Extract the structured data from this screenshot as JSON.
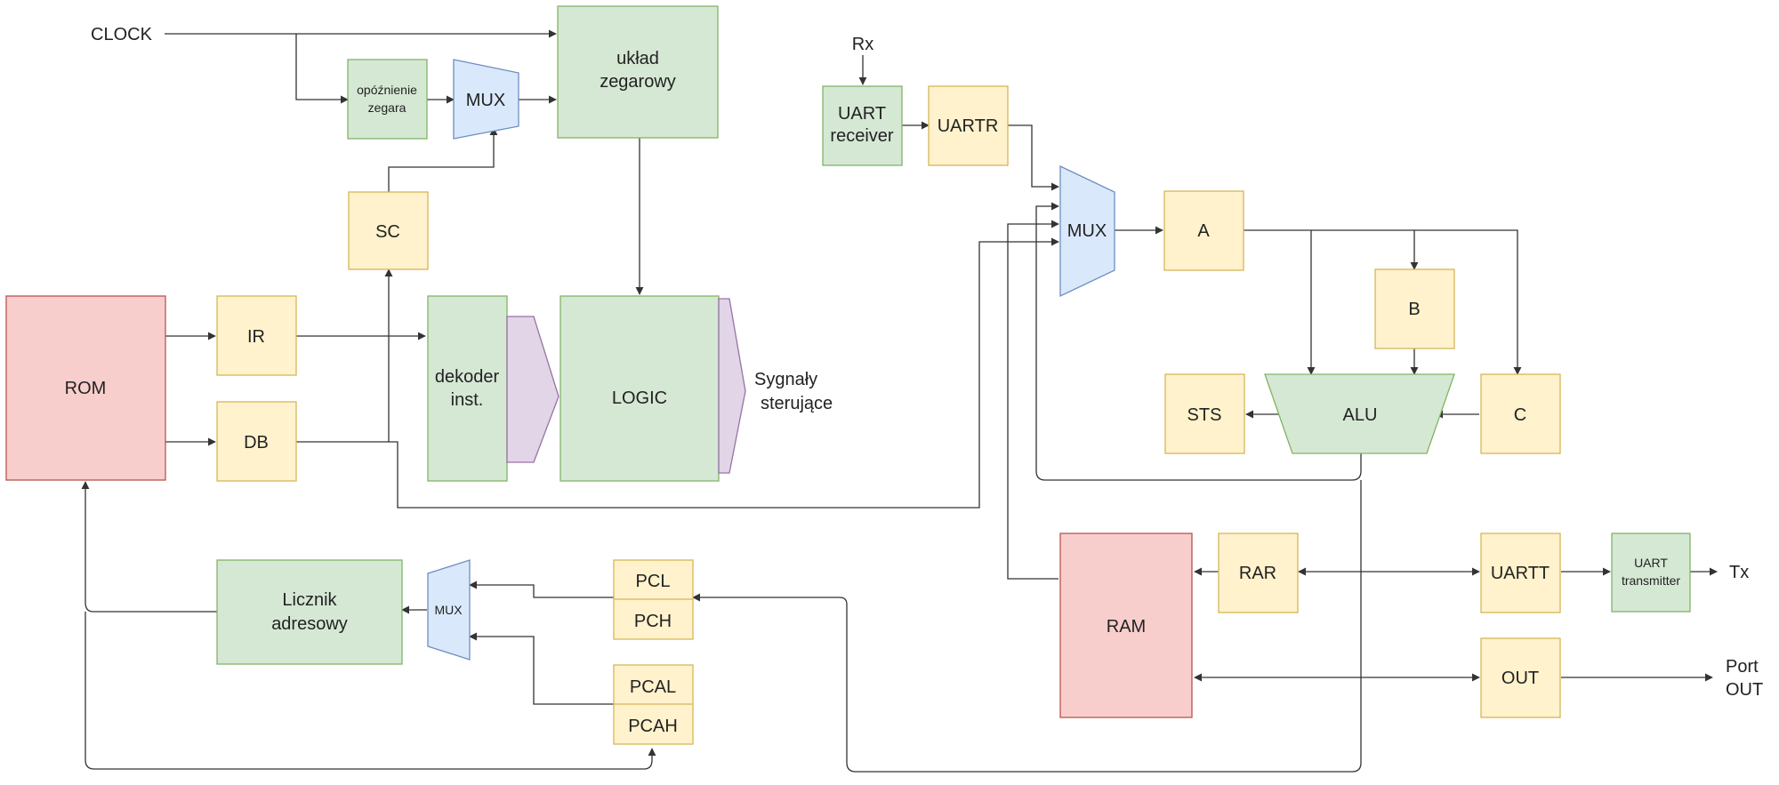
{
  "inputs": {
    "clock": "CLOCK",
    "rx": "Rx"
  },
  "outputs": {
    "tx": "Tx",
    "port_out_line1": "Port",
    "port_out_line2": "OUT",
    "control_signals_line1": "Sygnały",
    "control_signals_line2": "sterujące"
  },
  "blocks": {
    "clock_delay_line1": "opóźnienie",
    "clock_delay_line2": "zegara",
    "mux_clock": "MUX",
    "clock_unit_line1": "układ",
    "clock_unit_line2": "zegarowy",
    "sc": "SC",
    "rom": "ROM",
    "ir": "IR",
    "db": "DB",
    "decoder_line1": "dekoder",
    "decoder_line2": "inst.",
    "logic": "LOGIC",
    "address_counter_line1": "Licznik",
    "address_counter_line2": "adresowy",
    "mux_pc": "MUX",
    "pcl": "PCL",
    "pch": "PCH",
    "pcal": "PCAL",
    "pcah": "PCAH",
    "uart_receiver_line1": "UART",
    "uart_receiver_line2": "receiver",
    "uartr": "UARTR",
    "mux_data": "MUX",
    "reg_a": "A",
    "reg_b": "B",
    "reg_c": "C",
    "alu": "ALU",
    "sts": "STS",
    "ram": "RAM",
    "rar": "RAR",
    "uartt": "UARTT",
    "uart_transmitter_line1": "UART",
    "uart_transmitter_line2": "transmitter",
    "out": "OUT"
  },
  "colors": {
    "green_fill": "#d5e8d4",
    "green_stroke": "#82b366",
    "yellow_fill": "#fff2cc",
    "yellow_stroke": "#d6b656",
    "red_fill": "#f8cecc",
    "red_stroke": "#b85450",
    "blue_fill": "#dae8fc",
    "blue_stroke": "#6c8ebf",
    "purple_fill": "#e1d5e7",
    "purple_stroke": "#9673a6",
    "line": "#333333"
  }
}
